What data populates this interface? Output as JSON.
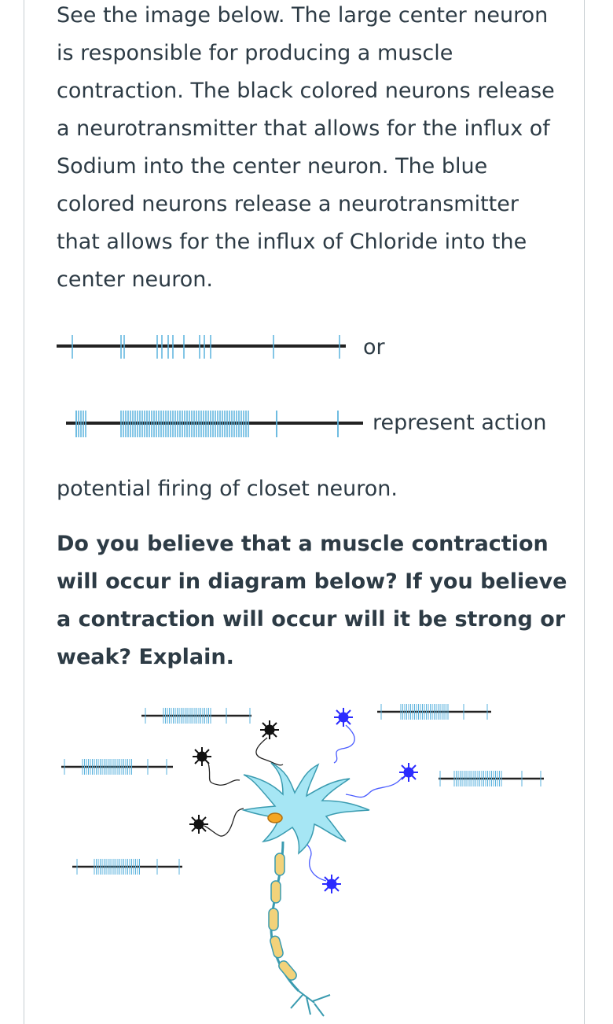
{
  "intro_text": "See the image below. The large center neuron is responsible for producing a muscle contraction. The black colored neurons release a neurotransmitter that allows for the influx of Sodium into the center neuron. The blue colored neurons release a neurotransmitter that allows for the influx of Chloride into the center neuron.",
  "legend": {
    "or_label": "or",
    "represent_label": "represent action",
    "continuation": "potential firing of closet neuron."
  },
  "question": "Do you believe that a muscle contraction will occur in diagram below? If you believe a contraction will occur will it be strong or weak? Explain.",
  "colors": {
    "text": "#2d3b45",
    "spike": "#5ab2dd",
    "black_neuron": "#111111",
    "blue_neuron": "#2b2bff",
    "center_neuron": "#a6e6f4",
    "myelin": "#f2d27a"
  }
}
